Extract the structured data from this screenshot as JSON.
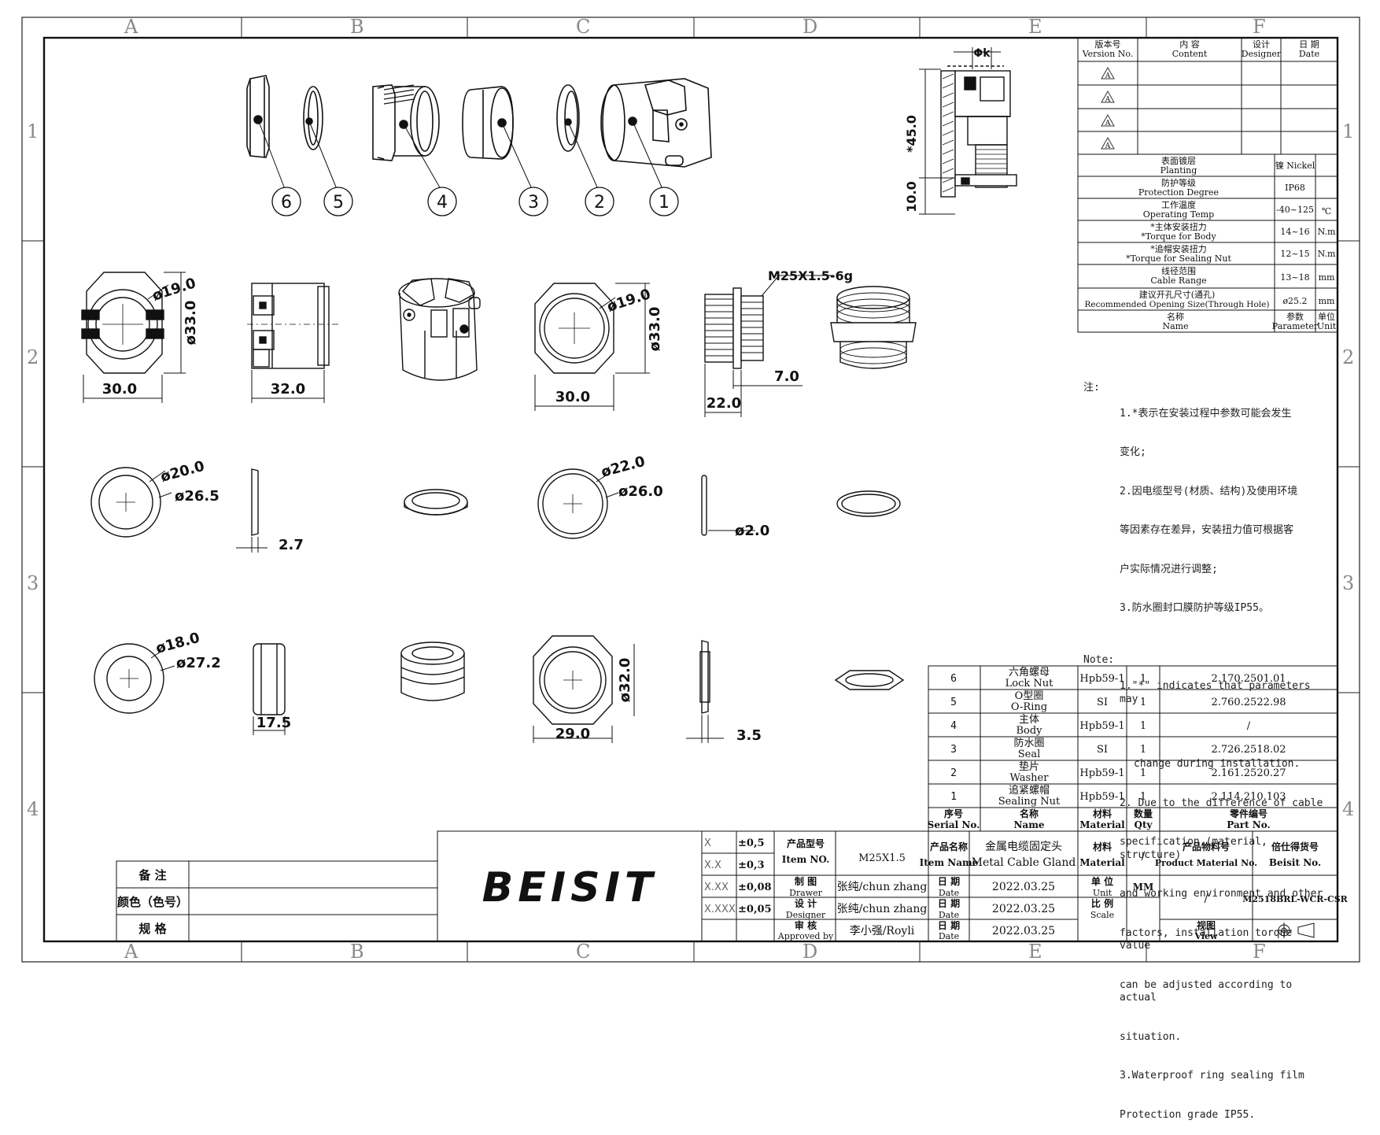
{
  "grid": {
    "columns": [
      "A",
      "B",
      "C",
      "D",
      "E",
      "F"
    ],
    "rows": [
      "1",
      "2",
      "3",
      "4"
    ]
  },
  "balloons": [
    "6",
    "5",
    "4",
    "3",
    "2",
    "1"
  ],
  "dimensions": {
    "phi_k": "Φk",
    "h45": "*45.0",
    "h10": "10.0",
    "d19a": "ø19.0",
    "d33a": "ø33.0",
    "w30a": "30.0",
    "w32": "32.0",
    "thread": "M25X1.5-6g",
    "d19b": "ø19.0",
    "d33b": "ø33.0",
    "w30b": "30.0",
    "w22": "22.0",
    "w7": "7.0",
    "d20": "ø20.0",
    "d26_5": "ø26.5",
    "w2_7": "2.7",
    "d22": "ø22.0",
    "d26": "ø26.0",
    "d2": "ø2.0",
    "d18": "ø18.0",
    "d27_2": "ø27.2",
    "w17_5": "17.5",
    "d32": "ø32.0",
    "w29": "29.0",
    "w3_5": "3.5"
  },
  "revision": {
    "headers": [
      {
        "cn": "版本号",
        "en": "Version No."
      },
      {
        "cn": "内  容",
        "en": "Content"
      },
      {
        "cn": "设计",
        "en": "Designer"
      },
      {
        "cn": "日 期",
        "en": "Date"
      }
    ],
    "rows": [
      "A",
      "A",
      "A",
      "A"
    ]
  },
  "params": {
    "rows": [
      {
        "cn": "表面镀层",
        "en": "Planting",
        "value": "镍 Nickel",
        "unit": ""
      },
      {
        "cn": "防护等级",
        "en": "Protection Degree",
        "value": "IP68",
        "unit": ""
      },
      {
        "cn": "工作温度",
        "en": "Operating Temp",
        "value": "-40~125",
        "unit": "℃"
      },
      {
        "cn": "*主体安装扭力",
        "en": "*Torque for Body",
        "value": "14~16",
        "unit": "N.m"
      },
      {
        "cn": "*追帽安装扭力",
        "en": "*Torque for Sealing Nut",
        "value": "12~15",
        "unit": "N.m"
      },
      {
        "cn": "线径范围",
        "en": "Cable Range",
        "value": "13~18",
        "unit": "mm"
      },
      {
        "cn": "建议开孔尺寸(通孔)",
        "en": "Recommended Opening Size(Through Hole)",
        "value": "ø25.2",
        "unit": "mm"
      }
    ],
    "footer": {
      "name_cn": "名称",
      "name_en": "Name",
      "param_cn": "参数",
      "param_en": "Parameter",
      "unit_cn": "单位",
      "unit_en": "Unit"
    }
  },
  "notes": {
    "cn_head": "注:",
    "cn": [
      "1.*表示在安装过程中参数可能会发生",
      "变化;",
      "2.因电缆型号(材质、结构)及使用环境",
      "等因素存在差异，安装扭力值可根据客",
      "户实际情况进行调整;",
      "3.防水圈封口膜防护等级IP55。"
    ],
    "en_head": "Note:",
    "en": [
      "1.\"*\" indicates that parameters may",
      "change during installation.",
      "2. Due to the difference of cable",
      "specification (material, structure)",
      "and working environment and other",
      "factors, installation torque value",
      "can be adjusted according to actual",
      "situation.",
      "3.Waterproof ring sealing film",
      "Protection grade IP55."
    ]
  },
  "bom": {
    "rows": [
      {
        "serial": "6",
        "cn": "六角螺母",
        "en": "Lock Nut",
        "material": "Hpb59-1",
        "qty": "1",
        "part": "2.170.2501.01"
      },
      {
        "serial": "5",
        "cn": "O型圈",
        "en": "O-Ring",
        "material": "SI",
        "qty": "1",
        "part": "2.760.2522.98"
      },
      {
        "serial": "4",
        "cn": "主体",
        "en": "Body",
        "material": "Hpb59-1",
        "qty": "1",
        "part": "/"
      },
      {
        "serial": "3",
        "cn": "防水圈",
        "en": "Seal",
        "material": "SI",
        "qty": "1",
        "part": "2.726.2518.02"
      },
      {
        "serial": "2",
        "cn": "垫片",
        "en": "Washer",
        "material": "Hpb59-1",
        "qty": "1",
        "part": "2.161.2520.27"
      },
      {
        "serial": "1",
        "cn": "追紧螺帽",
        "en": "Sealing Nut",
        "material": "Hpb59-1",
        "qty": "1",
        "part": "2.114.210.103"
      }
    ],
    "headers": {
      "serial_cn": "序号",
      "serial_en": "Serial No.",
      "name_cn": "名称",
      "name_en": "Name",
      "mat_cn": "材料",
      "mat_en": "Material",
      "qty_cn": "数量",
      "qty_en": "Qty",
      "part_cn": "零件编号",
      "part_en": "Part No."
    }
  },
  "title_block": {
    "tolerances": [
      {
        "fmt": "X",
        "tol": "±0,5"
      },
      {
        "fmt": "X.X",
        "tol": "±0,3"
      },
      {
        "fmt": "X.XX",
        "tol": "±0,08"
      },
      {
        "fmt": "X.XXX",
        "tol": "±0,05"
      }
    ],
    "logo": "BEISIT",
    "item_no_cn": "产品型号",
    "item_no_en": "Item NO.",
    "item_no": "M25X1.5",
    "item_name_cn": "产品名称",
    "item_name_en": "Item Name",
    "item_name_val_cn": "金属电缆固定头",
    "item_name_val_en": "Metal Cable Gland",
    "material_cn": "材料",
    "material_en": "Material",
    "material_val": "/",
    "prod_mat_cn": "产品物料号",
    "prod_mat_en": "Product Material No.",
    "prod_mat_val": "/",
    "beisit_cn": "倍仕得货号",
    "beisit_en": "Beisit No.",
    "beisit_val": "M2518BRL-WCR-CSR",
    "drawer_cn": "制 图",
    "drawer_en": "Drawer",
    "drawer": "张纯/chun zhang",
    "designer_cn": "设 计",
    "designer_en": "Designer",
    "designer": "张纯/chun zhang",
    "approved_cn": "审 核",
    "approved_en": "Approved by",
    "approved": "李小强/Royli",
    "date_cn": "日 期",
    "date_en": "Date",
    "date1": "2022.03.25",
    "date2": "2022.03.25",
    "date3": "2022.03.25",
    "unit_cn": "单 位",
    "unit_en": "Unit",
    "unit_val": "MM",
    "scale_cn": "比 例",
    "scale_en": "Scale",
    "view_cn": "视图",
    "view_en": "View"
  },
  "remarks": {
    "r1": "备  注",
    "r2": "颜色（色号）",
    "r3": "规  格"
  }
}
